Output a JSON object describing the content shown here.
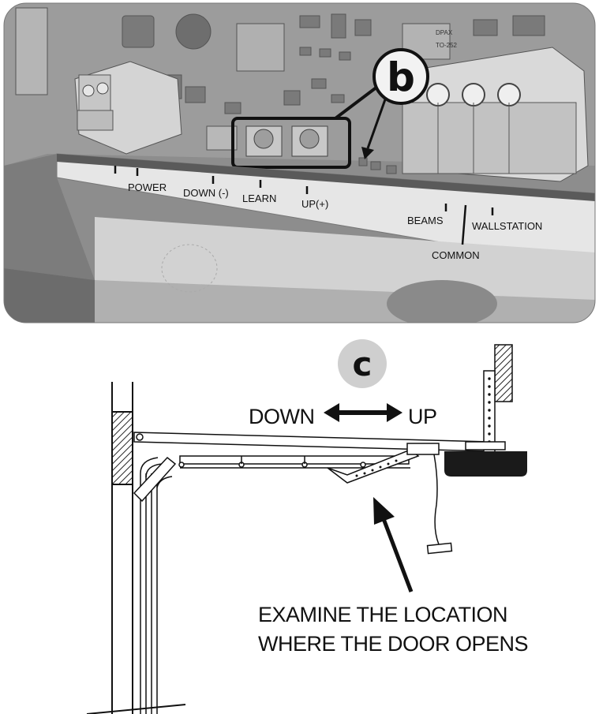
{
  "panel_b": {
    "badge": "b",
    "labels": {
      "power": "POWER",
      "down": "DOWN (-)",
      "learn": "LEARN",
      "up": "UP(+)",
      "beams": "BEAMS",
      "wallstation": "WALLSTATION",
      "common": "COMMON"
    },
    "chip_text_1": "DPAX",
    "chip_text_2": "TO-252"
  },
  "panel_c": {
    "badge": "c",
    "down_label": "DOWN",
    "up_label": "UP",
    "instruction_line1": "EXAMINE THE LOCATION",
    "instruction_line2": "WHERE THE DOOR OPENS"
  },
  "colors": {
    "photo_bg": "#8d8d8d",
    "board": "#9a9a9a",
    "label_strip": "#e6e6e6",
    "badge_c_bg": "#cfcfcf",
    "line": "#111111"
  }
}
